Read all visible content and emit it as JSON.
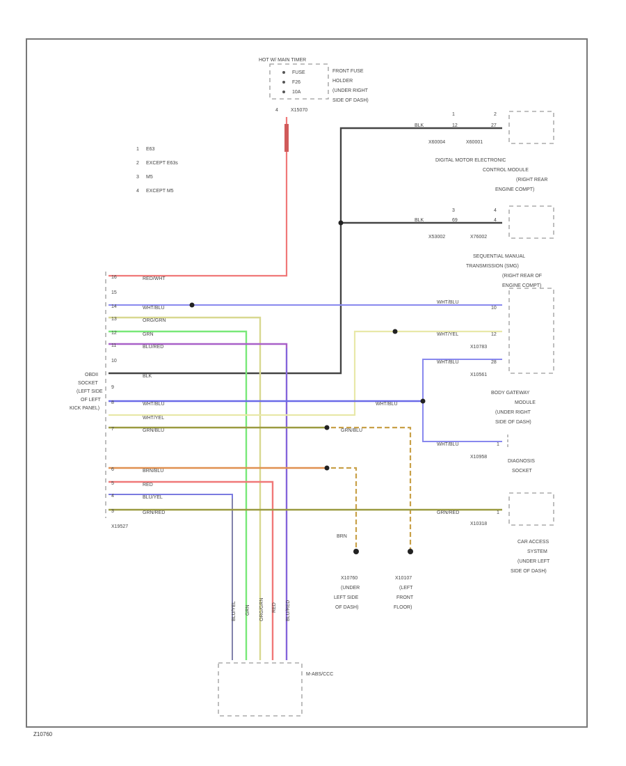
{
  "diagram": {
    "corner_code": "Z10760",
    "fuse_block": {
      "header": "HOT W/ MAIN TIMER",
      "lines": [
        "FUSE",
        "F26",
        "10A"
      ],
      "location": [
        "FRONT FUSE",
        "HOLDER",
        "(UNDER RIGHT",
        "SIDE OF DASH)"
      ],
      "pin": "4",
      "connector": "X15070"
    },
    "legend": [
      {
        "num": "1",
        "text": "E63"
      },
      {
        "num": "2",
        "text": "EXCEPT E63s"
      },
      {
        "num": "3",
        "text": "M5"
      },
      {
        "num": "4",
        "text": "EXCEPT M5"
      }
    ],
    "obd": {
      "label": [
        "OBDII",
        "SOCKET",
        "(LEFT SIDE",
        "OF LEFT",
        "KICK PANEL)"
      ],
      "connector": "X19527",
      "pins": [
        "16",
        "15",
        "14",
        "13",
        "12",
        "11",
        "10",
        "9",
        "8",
        "7",
        "6",
        "5",
        "4",
        "3"
      ]
    },
    "dme": {
      "pin1": "1",
      "pin2": "2",
      "wire": "BLK",
      "pinA": "12",
      "pinB": "27",
      "conn1": "X60004",
      "conn2": "X60001",
      "label": [
        "DIGITAL MOTOR ELECTRONIC",
        "CONTROL MODULE",
        "(RIGHT REAR",
        "ENGINE COMPT)"
      ]
    },
    "smg": {
      "pin1": "3",
      "pin2": "4",
      "wire": "BLK",
      "pinA": "69",
      "pinB": "4",
      "conn1": "X53002",
      "conn2": "X76002",
      "label": [
        "SEQUENTIAL MANUAL",
        "TRANSMISSION (SMG)",
        "(RIGHT REAR OF",
        "ENGINE COMPT)"
      ]
    },
    "gateway": {
      "pin1": "10",
      "pin2": "12",
      "pin3": "28",
      "conn1": "X10783",
      "conn2": "X10561",
      "label": [
        "BODY GATEWAY",
        "MODULE",
        "(UNDER RIGHT",
        "SIDE OF DASH)"
      ]
    },
    "diag": {
      "pin": "1",
      "connector": "X10958",
      "label": [
        "DIAGNOSIS",
        "SOCKET"
      ]
    },
    "cas": {
      "pin": "1",
      "connector": "X10318",
      "label": [
        "CAR ACCESS",
        "SYSTEM",
        "(UNDER LEFT",
        "SIDE OF DASH)"
      ]
    },
    "grounds": [
      {
        "wire": "BRN",
        "label": [
          "X10760",
          "(UNDER",
          "LEFT SIDE",
          "OF DASH)"
        ]
      },
      {
        "wire": "GRN/BLU",
        "label": [
          "X10107",
          "(LEFT",
          "FRONT",
          "FLOOR)"
        ]
      }
    ],
    "bottom_module": "M-ABS/CCC",
    "wires": {
      "power": "RED/WHT",
      "wht_blu_a": "WHT/BLU",
      "org_grn": "ORG/GRN",
      "grn": "GRN",
      "blu_red": "BLU/RED",
      "blk": "BLK",
      "wht_blu_b": "WHT/BLU",
      "wht_yel": "WHT/YEL",
      "grn_blu": "GRN/BLU",
      "brn_blu": "BRN/BLU",
      "red": "RED",
      "blu_yel": "BLU/YEL",
      "grn_red": "GRN/RED",
      "wht_blu_c": "WHT/BLU",
      "wht_yel_r": "WHT/YEL",
      "wht_blu_d": "WHT/BLU",
      "wht_blu_e": "WHT/BLU",
      "grn_red_r": "GRN/RED",
      "grn_blu_r": "GRN/BLU"
    },
    "colors": {
      "red": "#f07878",
      "blue": "#6a6ae8",
      "yellow": "#d8d890",
      "green": "#78e878",
      "purple": "#a860c8",
      "black": "#444444",
      "olive": "#9a9a40",
      "orange": "#e09050",
      "brown_dash": "#c8a048",
      "gray": "#888888"
    }
  }
}
